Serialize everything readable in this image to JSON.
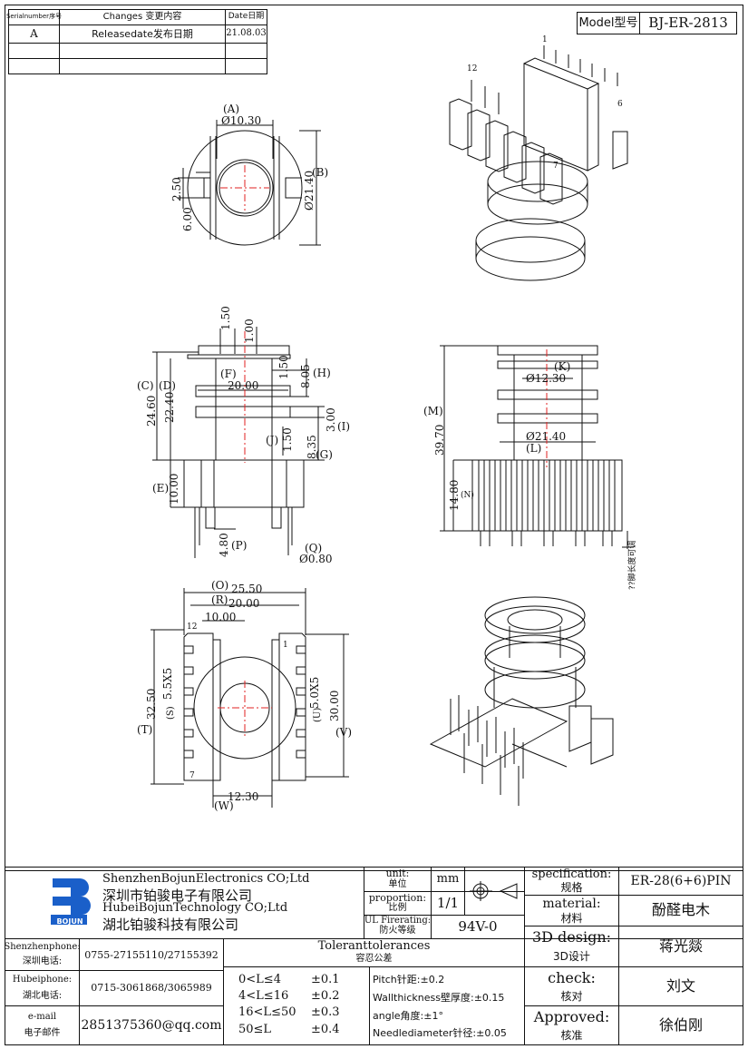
{
  "revision_table": {
    "headers": {
      "serial": "Serialnumber序号",
      "changes": "Changes 变更内容",
      "date": "Date日期"
    },
    "rows": [
      {
        "serial": "A",
        "changes": "Releasedate发布日期",
        "date": "21.08.03"
      }
    ]
  },
  "model": {
    "label": "Model型号",
    "value": "BJ-ER-2813"
  },
  "views": {
    "top": {
      "a_label": "(A)",
      "a_val": "Ø10.30",
      "b_label": "(B)",
      "b_val": "Ø21.40",
      "d1": "2.50",
      "d2": "6.00"
    },
    "front": {
      "d150a": "1.50",
      "d100": "1.00",
      "c": "(C)",
      "c_val": "24.60",
      "d": "(D)",
      "d_val": "22.40",
      "f": "(F)",
      "w20": "20.00",
      "d150b": "1.50",
      "d805": "8.05",
      "h": "(H)",
      "d300": "3.00",
      "i": "(I)",
      "j": "(J)",
      "d150c": "1.50",
      "d835": "8.35",
      "g": "(G)",
      "e": "(E)",
      "d1000": "10.00",
      "d480": "4.80",
      "p": "(P)",
      "q": "(Q)",
      "q_val": "Ø0.80"
    },
    "side": {
      "m": "(M)",
      "m_val": "39.70",
      "k": "(K)",
      "k_val": "Ø12.30",
      "l_val": "Ø21.40",
      "l": "(L)",
      "d1480": "14.80",
      "n": "(N)",
      "note": "??脚长度可调"
    },
    "bottom": {
      "o": "(O)",
      "o_val": "25.50",
      "r": "(R)",
      "r_val": "20.00",
      "d1000": "10.00",
      "pin12": "12",
      "pin1": "1",
      "pin7": "7",
      "t_val": "32.50",
      "t": "(T)",
      "s_val": "5.5X5",
      "s": "(S)",
      "u_val": "5.0X5",
      "u": "(U)",
      "v_val": "30.00",
      "v": "(V)",
      "w_val": "12.30",
      "w": "(W)"
    },
    "iso_top": {
      "pin1": "1",
      "pin12": "12",
      "pin6": "6",
      "pin7": "7"
    }
  },
  "company": {
    "logo_text": "BOJUN",
    "line1": "ShenzhenBojunElectronics CO;Ltd",
    "line2": "深圳市铂骏电子有限公司",
    "line3": "HubeiBojunTechnology CO;Ltd",
    "line4": "湖北铂骏科技有限公司"
  },
  "title_block": {
    "unit_label": "unit:",
    "unit_label_cn": "单位",
    "unit_val": "mm",
    "proportion_label": "proportion:",
    "proportion_label_cn": "比例",
    "proportion_val": "1/1",
    "ul_label": "UL Firerating:",
    "ul_label_cn": "防火等级",
    "ul_val": "94V-0",
    "spec_label": "specification:",
    "spec_label_cn": "规格",
    "spec_val": "ER-28(6+6)PIN",
    "material_label": "material:",
    "material_label_cn": "材料",
    "material_val": "酚醛电木",
    "design_label": "3D design:",
    "design_label_cn": "3D设计",
    "design_val": "蒋光燚",
    "check_label": "check:",
    "check_label_cn": "核对",
    "check_val": "刘文",
    "approved_label": "Approved:",
    "approved_label_cn": "核准",
    "approved_val": "徐伯刚"
  },
  "contacts": {
    "sz_label": "Shenzhenphone:",
    "sz_label_cn": "深圳电话:",
    "sz_val": "0755-27155110/27155392",
    "hb_label": "Hubeiphone:",
    "hb_label_cn": "湖北电话:",
    "hb_val": "0715-3061868/3065989",
    "mail_label": "e-mail",
    "mail_label_cn": "电子邮件",
    "mail_val": "2851375360@qq.com"
  },
  "tolerances": {
    "title": "Toleranttolerances",
    "title_cn": "容忍公差",
    "ranges": [
      {
        "range": "0<L≤4",
        "tol": "±0.1"
      },
      {
        "range": "4<L≤16",
        "tol": "±0.2"
      },
      {
        "range": "16<L≤50",
        "tol": "±0.3"
      },
      {
        "range": "50≤L",
        "tol": "±0.4"
      }
    ],
    "notes": [
      "Pitch针距:±0.2",
      "Wallthickness壁厚度:±0.15",
      "angle角度:±1°",
      "Needlediameter针径:±0.05"
    ]
  }
}
